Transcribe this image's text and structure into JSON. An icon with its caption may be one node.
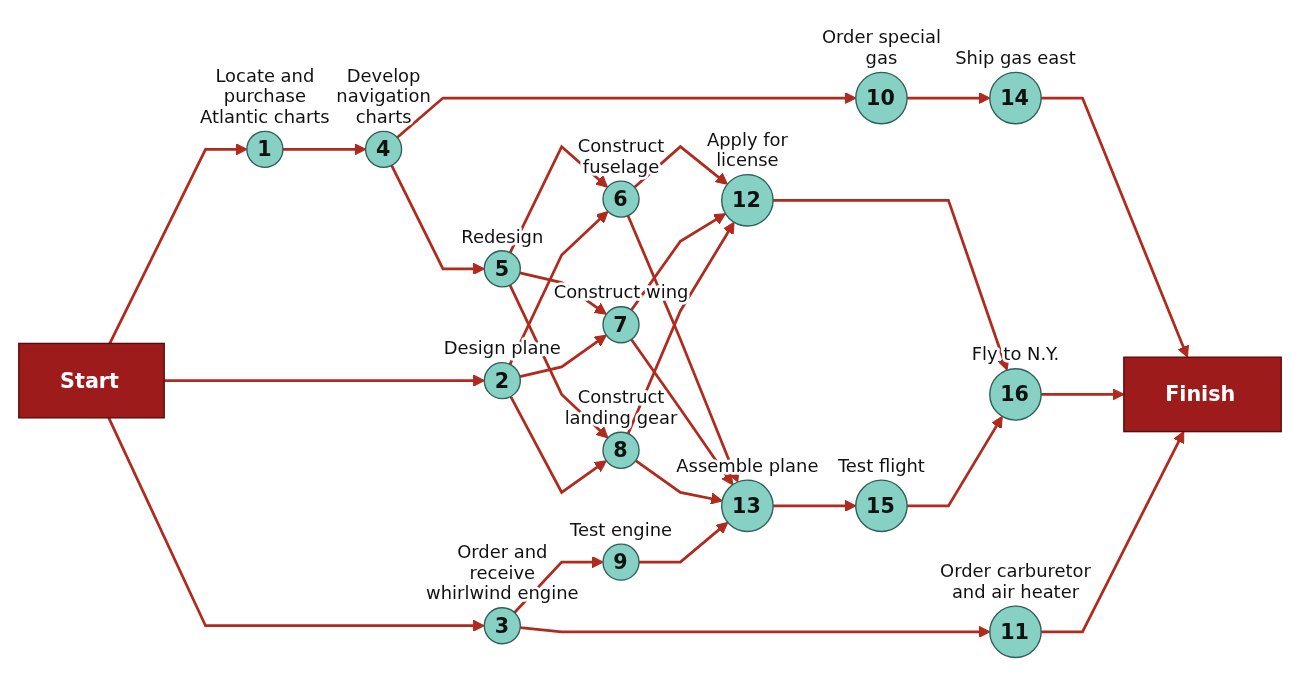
{
  "diagram": {
    "nodes": [
      {
        "text": [
          "Start"
        ]
      },
      {
        "text": [
          "1"
        ],
        "beside": [
          "Locate and purchase Atlantic charts"
        ]
      },
      {
        "text": [
          "2"
        ],
        "beside": [
          "Design plane"
        ]
      },
      {
        "text": [
          "3"
        ],
        "beside": [
          "Order and receive whirlwind engine"
        ]
      },
      {
        "text": [
          "4"
        ],
        "beside": [
          "Develop navigation charts"
        ]
      },
      {
        "text": [
          "5"
        ],
        "beside": [
          "Redesign"
        ]
      },
      {
        "text": [
          "6"
        ],
        "beside": [
          "Construct fuselage"
        ]
      },
      {
        "text": [
          "7"
        ],
        "beside": [
          "Construct wing"
        ]
      },
      {
        "text": [
          "8"
        ],
        "beside": [
          "Construct landing gear"
        ]
      },
      {
        "text": [
          "9"
        ],
        "beside": [
          "Test engine"
        ]
      },
      {
        "text": [
          "10"
        ],
        "beside": [
          "Order special gas"
        ]
      },
      {
        "text": [
          "11"
        ],
        "beside": [
          "Order carburetor and air heater"
        ]
      },
      {
        "text": [
          "12"
        ],
        "beside": [
          "Apply for license"
        ]
      },
      {
        "text": [
          "13"
        ],
        "beside": [
          "Assemble plane"
        ]
      },
      {
        "text": [
          "14"
        ],
        "beside": [
          "Ship gas east"
        ]
      },
      {
        "text": [
          "15"
        ],
        "beside": [
          "Test flight"
        ]
      },
      {
        "text": [
          "16"
        ],
        "beside": [
          "Fly to N.Y."
        ]
      },
      {
        "text": [
          "Finish"
        ]
      }
    ],
    "edges": [
      {
        "from": 0,
        "to": 1,
        "arrow": "to"
      },
      {
        "from": 0,
        "to": 2,
        "arrow": "to"
      },
      {
        "from": 0,
        "to": 3,
        "arrow": "to"
      },
      {
        "from": 1,
        "to": 4,
        "arrow": "to"
      },
      {
        "from": 4,
        "to": 10,
        "arrow": "to"
      },
      {
        "from": 4,
        "to": 5,
        "arrow": "to"
      },
      {
        "from": 10,
        "to": 14,
        "arrow": "to"
      },
      {
        "from": 5,
        "to": 6,
        "arrow": "to"
      },
      {
        "from": 5,
        "to": 7,
        "arrow": "to"
      },
      {
        "from": 5,
        "to": 8,
        "arrow": "to"
      },
      {
        "from": 2,
        "to": 6,
        "arrow": "to"
      },
      {
        "from": 2,
        "to": 7,
        "arrow": "to"
      },
      {
        "from": 2,
        "to": 8,
        "arrow": "to"
      },
      {
        "from": 6,
        "to": 12,
        "arrow": "to"
      },
      {
        "from": 6,
        "to": 13,
        "arrow": "to"
      },
      {
        "from": 7,
        "to": 12,
        "arrow": "to"
      },
      {
        "from": 7,
        "to": 13,
        "arrow": "to"
      },
      {
        "from": 8,
        "to": 12,
        "arrow": "to"
      },
      {
        "from": 8,
        "to": 13,
        "arrow": "to"
      },
      {
        "from": 3,
        "to": 9,
        "arrow": "to"
      },
      {
        "from": 3,
        "to": 11,
        "arrow": "to"
      },
      {
        "from": 9,
        "to": 13,
        "arrow": "to"
      },
      {
        "from": 12,
        "to": 16,
        "arrow": "to"
      },
      {
        "from": 13,
        "to": 15,
        "arrow": "to"
      },
      {
        "from": 15,
        "to": 16,
        "arrow": "to"
      },
      {
        "from": 14,
        "to": 17,
        "arrow": "to"
      },
      {
        "from": 16,
        "to": 17,
        "arrow": "to"
      },
      {
        "from": 11,
        "to": 17,
        "arrow": "to"
      }
    ]
  }
}
